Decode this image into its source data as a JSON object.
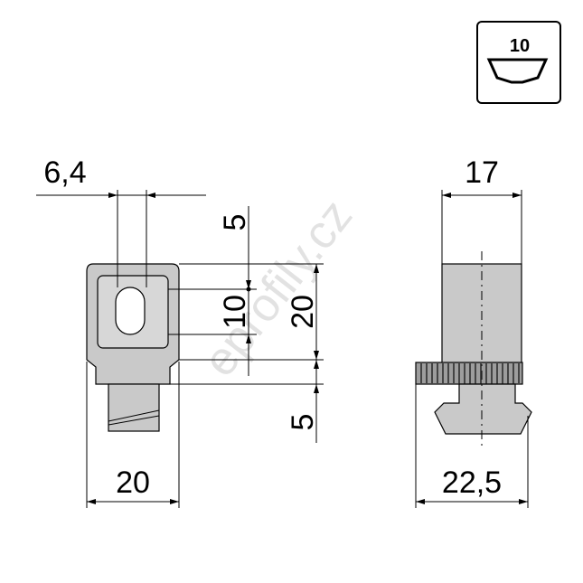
{
  "badge": {
    "label": "10"
  },
  "dimensions": {
    "top_left_width": "6,4",
    "top_right_width": "17",
    "upper_gap": "5",
    "slot_height": "10",
    "body_height": "20",
    "lower_gap": "5",
    "bottom_left_width": "20",
    "bottom_right_width": "22,5"
  },
  "watermark": {
    "text": "eprofily.cz"
  },
  "colors": {
    "part_fill": "#c8c8c8",
    "part_light": "#dcdcdc",
    "line": "#000000"
  }
}
